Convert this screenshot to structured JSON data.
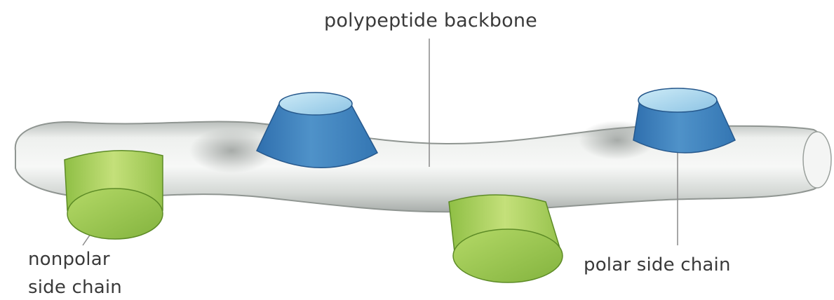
{
  "labels": {
    "backbone": "polypeptide backbone",
    "nonpolar_line1": "nonpolar",
    "nonpolar_line2": "side chain",
    "polar": "polar side chain"
  },
  "colors": {
    "backbone_fill": "#e9ecea",
    "backbone_shadow": "#a9adaa",
    "polar_blue": "#4f92c9",
    "polar_blue_top": "#a9d6ee",
    "nonpolar_green": "#a9d15f",
    "nonpolar_green_dark": "#7fae3a",
    "leader_line": "#8a8a8a",
    "text": "#3a3a3a"
  },
  "icons": {
    "backbone": "tube-backbone-shape",
    "polar": "blue-truncated-cone",
    "nonpolar": "green-cylinder"
  }
}
